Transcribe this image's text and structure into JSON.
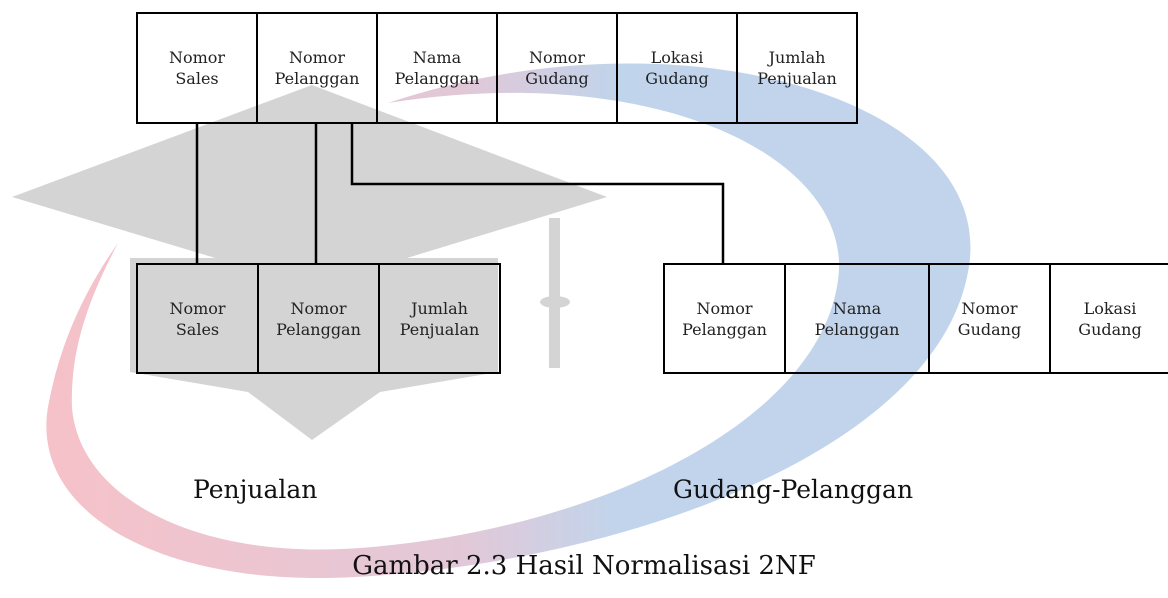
{
  "tables": {
    "source": {
      "columns": [
        "Nomor\nSales",
        "Nomor\nPelanggan",
        "Nama\nPelanggan",
        "Nomor\nGudang",
        "Lokasi\nGudang",
        "Jumlah\nPenjualan"
      ]
    },
    "penjualan": {
      "name": "Penjualan",
      "columns": [
        "Nomor\nSales",
        "Nomor\nPelanggan",
        "Jumlah\nPenjualan"
      ]
    },
    "gudang_pelanggan": {
      "name": "Gudang-Pelanggan",
      "columns": [
        "Nomor\nPelanggan",
        "Nama\nPelanggan",
        "Nomor\nGudang",
        "Lokasi\nGudang"
      ]
    }
  },
  "caption": "Gambar 2.3 Hasil Normalisasi 2NF",
  "colors": {
    "line": "#000000",
    "watermark_gray": "#c4c4c4",
    "watermark_red": "#f1a9b2",
    "watermark_blue": "#a9c4e4"
  }
}
